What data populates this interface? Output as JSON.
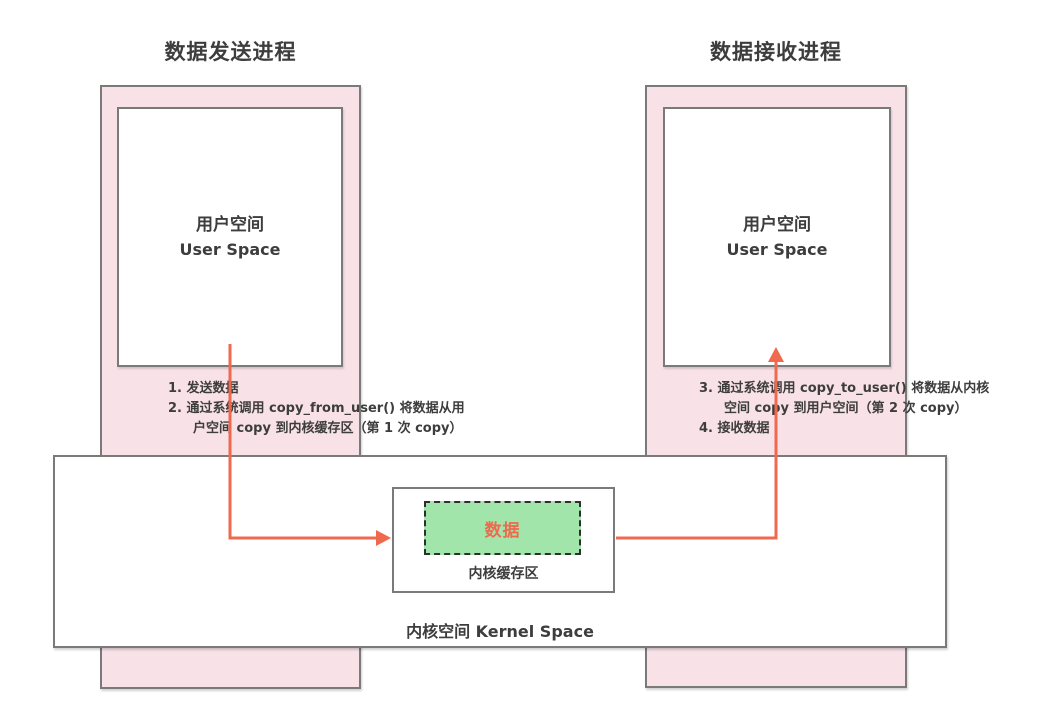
{
  "diagram": {
    "sender": {
      "title": "数据发送进程",
      "user_space_cn": "用户空间",
      "user_space_en": "User Space",
      "steps": [
        "1. 发送数据",
        "2. 通过系统调用 copy_from_user() 将数据从用",
        "户空间 copy 到内核缓存区（第 1 次 copy）"
      ]
    },
    "receiver": {
      "title": "数据接收进程",
      "user_space_cn": "用户空间",
      "user_space_en": "User Space",
      "steps": [
        "3. 通过系统调用 copy_to_user() 将数据从内核",
        "空间 copy 到用户空间（第 2 次 copy）",
        "4. 接收数据"
      ]
    },
    "kernel": {
      "label": "内核空间 Kernel Space",
      "buffer_label": "内核缓存区",
      "data_label": "数据"
    },
    "colors": {
      "pink_fill": "#f8e2e8",
      "box_border": "#7a7a7a",
      "green_fill": "#a2e5ab",
      "green_border": "#2e2e2e",
      "arrow": "#f0694e",
      "text": "#3d3d3d"
    }
  }
}
